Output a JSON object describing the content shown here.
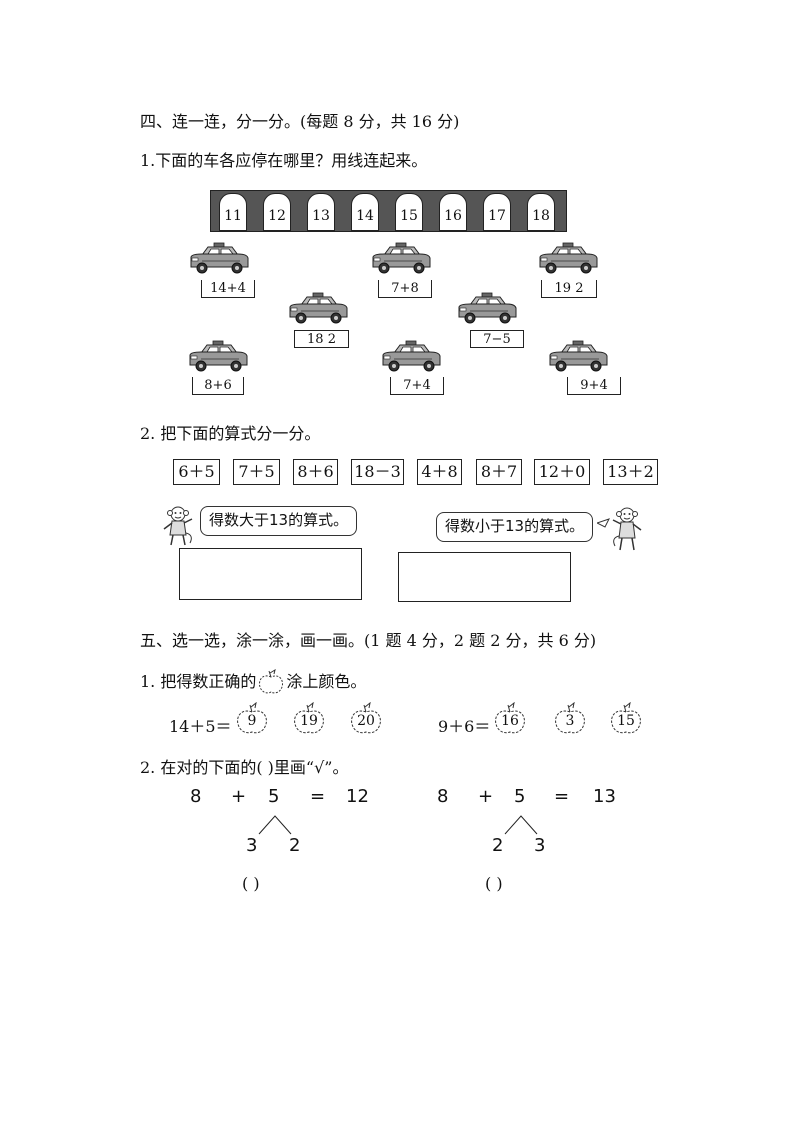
{
  "section4": {
    "title": "四、连一连，分一分。(每题 8 分，共 16 分)",
    "q1": {
      "prompt": "1.下面的车各应停在哪里？用线连起来。",
      "bays": [
        "11",
        "12",
        "13",
        "14",
        "15",
        "16",
        "17",
        "18"
      ],
      "cars": [
        "14+4",
        "7+8",
        "19 2",
        "18 2",
        "7−5",
        "8+6",
        "7+4",
        "9+4"
      ]
    },
    "q2": {
      "prompt": "2.  把下面的算式分一分。",
      "expressions": [
        "6＋5",
        "7＋5",
        "8＋6",
        "18－3",
        "4＋8",
        "8＋7",
        "12＋0",
        "13＋2"
      ],
      "bubble_left": "得数大于13的算式。",
      "bubble_right": "得数小于13的算式。"
    }
  },
  "section5": {
    "title": "五、选一选，涂一涂，画一画。(1 题 4 分，2 题 2 分，共 6 分)",
    "q1": {
      "prompt_before": "1.  把得数正确的",
      "prompt_after": "涂上颜色。",
      "left_expr": "14＋5＝",
      "left_options": [
        "9",
        "19",
        "20"
      ],
      "right_expr": "9＋6＝",
      "right_options": [
        "16",
        "3",
        "15"
      ]
    },
    "q2": {
      "prompt": "2.  在对的下面的(        )里画“√”。",
      "left": {
        "a": "8",
        "op": "+",
        "b": "5",
        "eq": "=",
        "result": "12",
        "split": [
          "3",
          "2"
        ],
        "paren": "(          )"
      },
      "right": {
        "a": "8",
        "op": "+",
        "b": "5",
        "eq": "=",
        "result": "13",
        "split": [
          "2",
          "3"
        ],
        "paren": "(         )"
      }
    }
  }
}
